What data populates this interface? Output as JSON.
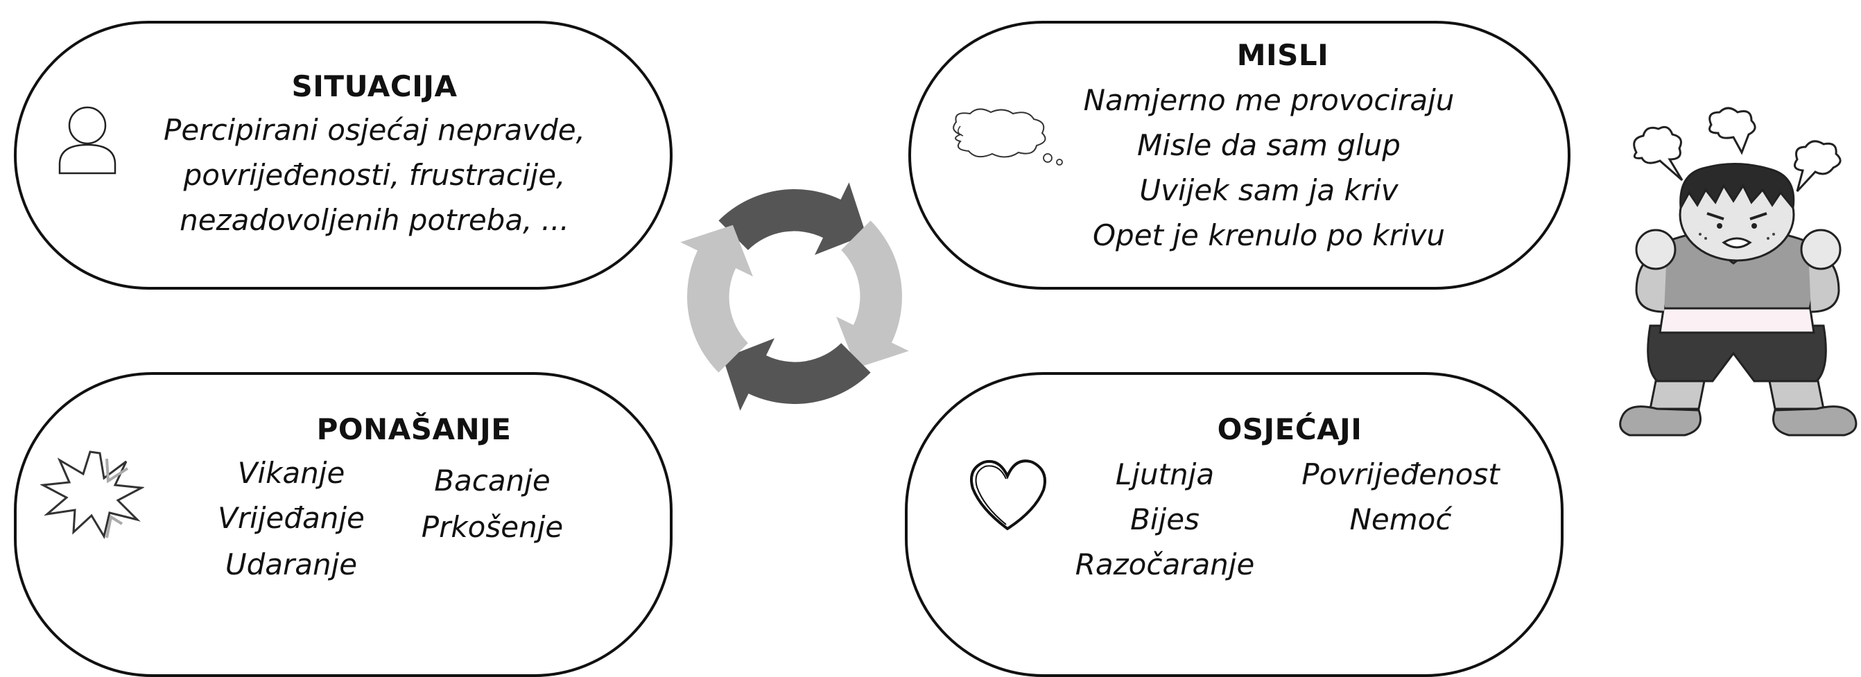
{
  "situation": {
    "title": "SITUACIJA",
    "lines": [
      "Percipirani osjećaj nepravde,",
      "povrijeđenosti, frustracije,",
      "nezadovoljenih potreba, ..."
    ],
    "icon": "person-icon"
  },
  "thoughts": {
    "title": "MISLI",
    "lines": [
      "Namjerno me provociraju",
      "Misle da sam glup",
      "Uvijek sam ja kriv",
      "Opet je krenulo po krivu"
    ],
    "icon": "thought-cloud-icon"
  },
  "behavior": {
    "title": "PONAŠANJE",
    "col1": [
      "Vikanje",
      "Vrijeđanje",
      "Udaranje"
    ],
    "col2": [
      "Bacanje",
      "Prkošenje"
    ],
    "icon": "explosion-icon"
  },
  "feelings": {
    "title": "OSJEĆAJI",
    "col1": [
      "Ljutnja",
      "Bijes",
      "Razočaranje"
    ],
    "col2": [
      "Povrijeđenost",
      "Nemoć"
    ],
    "icon": "heart-icon"
  },
  "colors": {
    "dark_arrow": "#555555",
    "light_arrow": "#c4c4c4",
    "border": "#111111"
  }
}
